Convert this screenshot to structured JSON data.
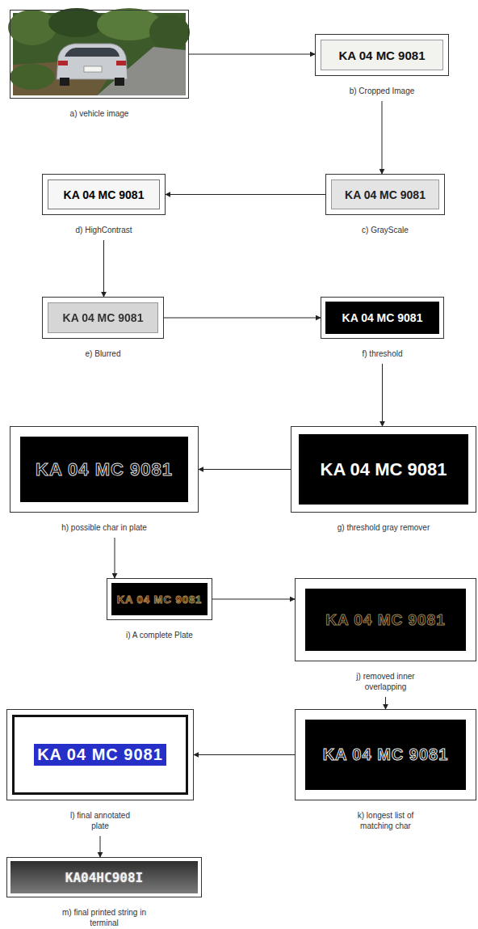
{
  "diagram": {
    "nodes": [
      {
        "text": [
          "a) vehicle image"
        ]
      },
      {
        "text": [
          "KA 04 MC 9081",
          "b) Cropped Image"
        ]
      },
      {
        "text": [
          "KA 04 MC 9081",
          "c) GrayScale"
        ]
      },
      {
        "text": [
          "KA 04 MC 9081",
          "d) HighContrast"
        ]
      },
      {
        "text": [
          "KA 04 MC 9081",
          "e) Blurred"
        ]
      },
      {
        "text": [
          "KA 04 MC 9081",
          "f) threshold"
        ]
      },
      {
        "text": [
          "KA 04 MC 9081",
          "g) threshold gray remover"
        ]
      },
      {
        "text": [
          "KA 04 MC 9081",
          "h) possible char in plate"
        ]
      },
      {
        "text": [
          "KA 04 MC 9081",
          "i) A complete Plate"
        ]
      },
      {
        "text": [
          "KA 04 MC 9081",
          "j) removed inner overlapping"
        ]
      },
      {
        "text": [
          "KA 04 MC 9081",
          "k) longest list of matching char"
        ]
      },
      {
        "text": [
          "KA 04 MC 9081",
          "l) final annotated plate"
        ]
      },
      {
        "text": [
          "KA04HC908I",
          "m) final printed string in terminal"
        ]
      }
    ],
    "edges": [
      {
        "from": 0,
        "to": 1,
        "arrow": "to"
      },
      {
        "from": 1,
        "to": 2,
        "arrow": "to"
      },
      {
        "from": 2,
        "to": 3,
        "arrow": "to"
      },
      {
        "from": 3,
        "to": 4,
        "arrow": "to"
      },
      {
        "from": 4,
        "to": 5,
        "arrow": "to"
      },
      {
        "from": 5,
        "to": 6,
        "arrow": "to"
      },
      {
        "from": 6,
        "to": 7,
        "arrow": "to"
      },
      {
        "from": 7,
        "to": 8,
        "arrow": "to"
      },
      {
        "from": 8,
        "to": 9,
        "arrow": "to"
      },
      {
        "from": 9,
        "to": 10,
        "arrow": "to"
      },
      {
        "from": 10,
        "to": 11,
        "arrow": "to"
      },
      {
        "from": 11,
        "to": 12,
        "arrow": "to"
      }
    ]
  }
}
